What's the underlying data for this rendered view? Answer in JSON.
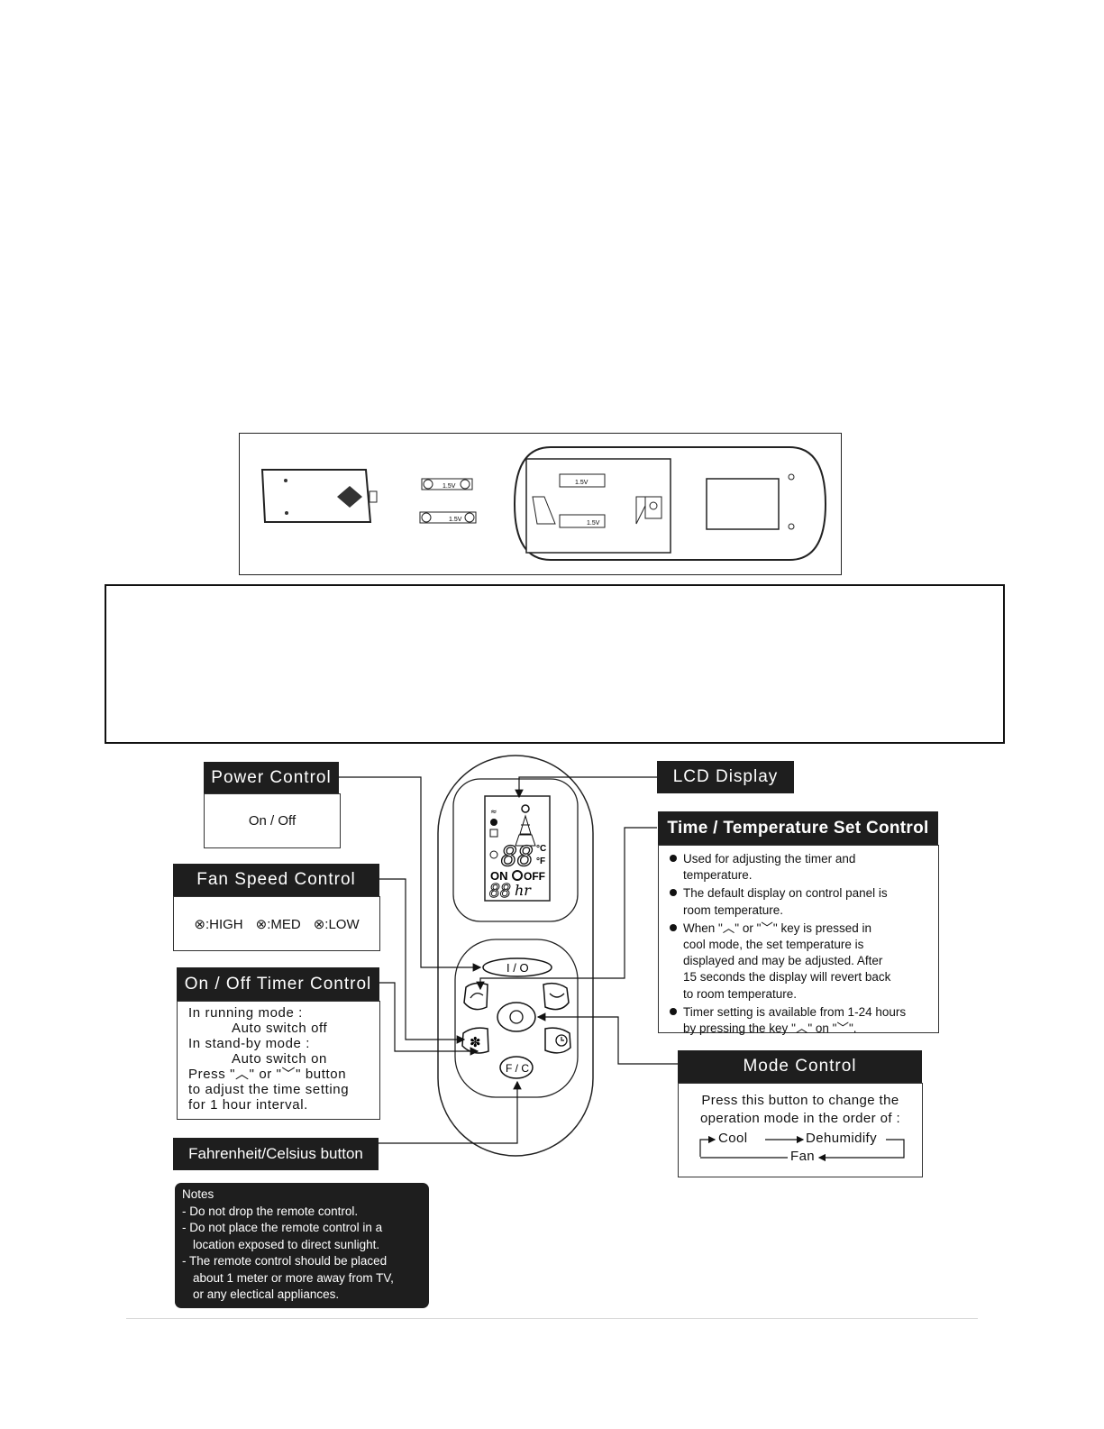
{
  "diagram": {
    "power_control": {
      "title": "Power Control",
      "body": "On / Off"
    },
    "fan_speed": {
      "title": "Fan Speed Control",
      "high": ":HIGH",
      "med": ":MED",
      "low": ":LOW"
    },
    "timer": {
      "title": "On / Off Timer Control",
      "lines": [
        "In running mode :",
        "Auto switch off",
        "In stand-by mode :",
        "Auto switch on",
        "Press \"︿\" or \"﹀\" button",
        "to adjust the time setting",
        "for 1 hour interval."
      ]
    },
    "fc": {
      "title": "Fahrenheit/Celsius button"
    },
    "notes": {
      "title": "Notes",
      "lines": [
        "- Do not drop the remote control.",
        "- Do not place the remote control in a",
        "location exposed to direct sunlight.",
        "- The remote control should be placed",
        "about 1 meter or more away from TV,",
        "or any electical appliances."
      ]
    },
    "lcd": {
      "title": "LCD Display"
    },
    "time_temp": {
      "title": "Time / Temperature Set Control",
      "bullets": [
        [
          "Used for adjusting the timer and",
          "temperature."
        ],
        [
          "The default display on control panel is",
          "room temperature."
        ],
        [
          "When \"︿\" or \"﹀\" key is pressed in",
          "cool mode, the set temperature is",
          "displayed and may be adjusted. After",
          "15 seconds the display will revert back",
          "to room temperature."
        ],
        [
          "Timer setting is available from 1-24 hours",
          "by pressing the key \"︿\" on \"﹀\"."
        ]
      ]
    },
    "mode": {
      "title": "Mode Control",
      "line1": "Press this button to change the",
      "line2": "operation mode in the order of :",
      "cool": "Cool",
      "dehumidify": "Dehumidify",
      "fan": "Fan"
    },
    "remote": {
      "power_btn": "I / O",
      "fc_btn": "F / C",
      "lcd_temp": "88",
      "lcd_unit_c": "°C",
      "lcd_unit_f": "°F",
      "lcd_on": "ON",
      "lcd_off": "OFF",
      "lcd_time": "88",
      "lcd_hr": "hr"
    },
    "battery": {
      "label_a": "1.5V",
      "label_b": "1.5V",
      "label_c": "1.5V",
      "label_d": "1.5V"
    }
  },
  "colors": {
    "header_bg": "#1e1e1e",
    "line": "#222222"
  }
}
